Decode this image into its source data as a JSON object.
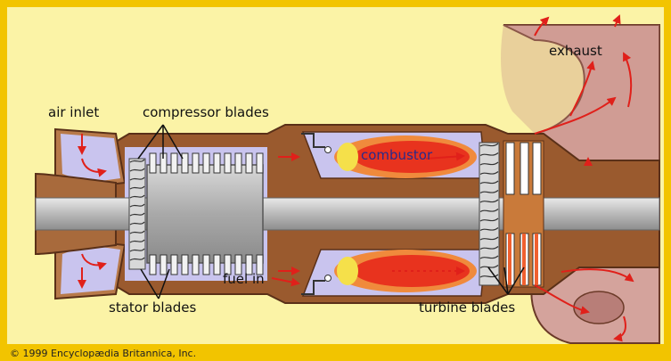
{
  "labels": {
    "air_inlet": "air inlet",
    "compressor_blades": "compressor blades",
    "combustor": "combustor",
    "exhaust": "exhaust",
    "fuel_in": "fuel in",
    "stator_blades": "stator blades",
    "turbine_blades": "turbine blades"
  },
  "credit": "© 1999 Encyclopædia Britannica, Inc.",
  "colors": {
    "border": "#f2c400",
    "background": "#fbf3a6",
    "casing": "#9a5a2e",
    "casing_light": "#c98a52",
    "shaft": "#b7b7b7",
    "air": "#c9c4ee",
    "flame_outer": "#f08a3c",
    "flame_inner": "#e8331e",
    "exhaust": "#d7a7a0",
    "arrow": "#e0201a"
  }
}
